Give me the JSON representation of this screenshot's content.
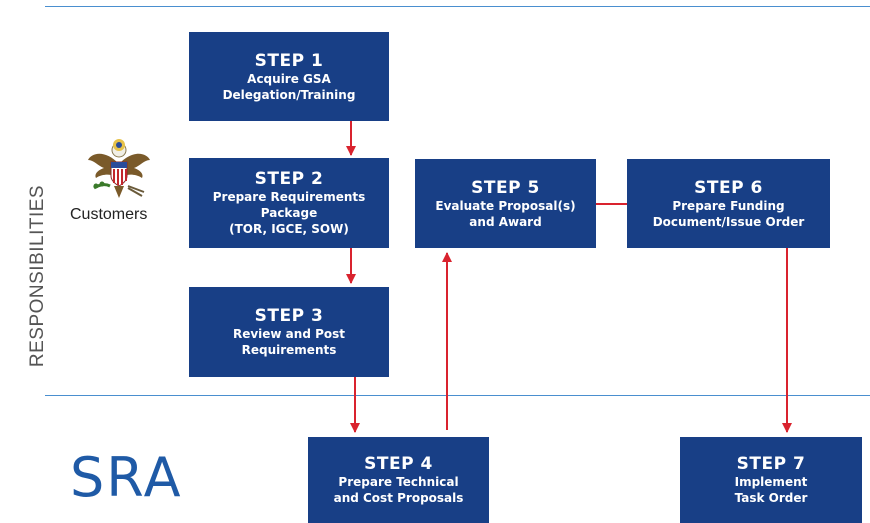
{
  "side_label": "RESPONSIBILITIES",
  "customers_label": "Customers",
  "logo_text": "SRA",
  "colors": {
    "box": "#183f86",
    "arrow": "#d9232e",
    "rule": "#4a8fcf",
    "logo": "#1f5aa6"
  },
  "steps": [
    {
      "title": "STEP 1",
      "lines": [
        "Acquire GSA",
        "Delegation/Training"
      ]
    },
    {
      "title": "STEP 2",
      "lines": [
        "Prepare Requirements",
        "Package",
        "(TOR, IGCE, SOW)"
      ]
    },
    {
      "title": "STEP 3",
      "lines": [
        "Review and Post",
        "Requirements"
      ]
    },
    {
      "title": "STEP 4",
      "lines": [
        "Prepare Technical",
        "and Cost Proposals"
      ]
    },
    {
      "title": "STEP 5",
      "lines": [
        "Evaluate Proposal(s)",
        "and Award"
      ]
    },
    {
      "title": "STEP 6",
      "lines": [
        "Prepare Funding",
        "Document/Issue Order"
      ]
    },
    {
      "title": "STEP 7",
      "lines": [
        "Implement",
        "Task Order"
      ]
    }
  ]
}
